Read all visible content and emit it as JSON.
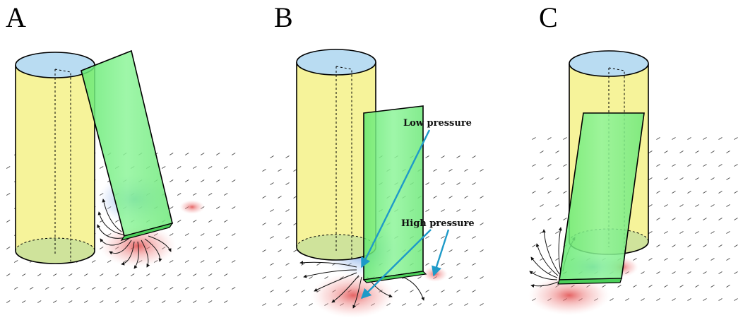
{
  "panels": [
    {
      "id": "A",
      "label": "A"
    },
    {
      "id": "B",
      "label": "B",
      "annotations": {
        "low_pressure": "Low pressure",
        "high_pressure": "High pressure"
      }
    },
    {
      "id": "C",
      "label": "C"
    }
  ],
  "colors": {
    "cylinder_body": "#f6f39a",
    "cylinder_top": "#b9dcf2",
    "cylinder_base": "#cfe39b",
    "plate": "#7cf08c",
    "high_pressure": "#e35a5a",
    "low_pressure": "#7aa6e6",
    "annotation_arrow": "#1e9ac8"
  }
}
